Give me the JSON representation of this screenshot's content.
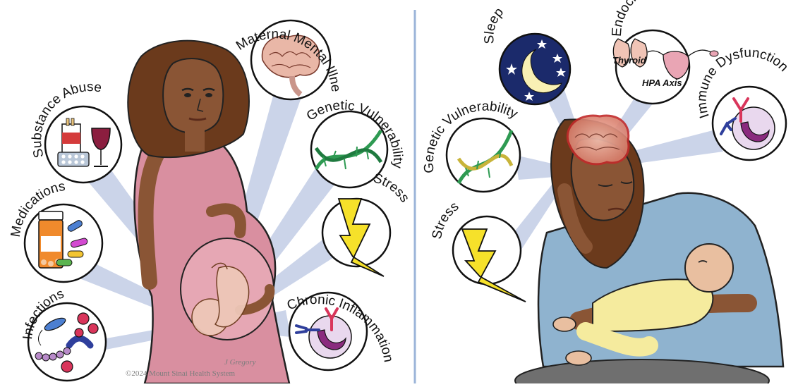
{
  "left_panel": {
    "factors": {
      "substance_abuse": "Substance Abuse",
      "medications": "Medications",
      "infections": "Infections",
      "maternal_mental_illness": "Maternal Mental Illness",
      "genetic_vulnerability": "Genetic Vulnerability",
      "stress": "Stress",
      "chronic_inflammation": "Chronic Inflammation"
    }
  },
  "right_panel": {
    "factors": {
      "sleep": "Sleep",
      "endocrine": "Endocrine",
      "immune_dysfunction": "Immune Dysfunction",
      "genetic_vulnerability": "Genetic Vulnerability",
      "stress": "Stress"
    },
    "endocrine_labels": {
      "thyroid": "Thyroid",
      "hpa_axis": "HPA Axis"
    }
  },
  "credits": {
    "artist": "J Gregory",
    "copyright": "©2024 Mount Sinai Health System"
  },
  "colors": {
    "ray": "#c3cde6",
    "divider": "#9bb4d8",
    "dress": "#d98fa0",
    "skin": "#8a5535",
    "hair": "#6b3a1c",
    "shirt": "#8fb3cf",
    "night_sky": "#1b2a6b",
    "lightning": "#f6e12a",
    "dna": "#2e9a52",
    "brain": "#e9b7a7",
    "cell": "#8a2b7e",
    "antibody_red": "#d9355b",
    "antibody_blue": "#2f3f9c"
  }
}
